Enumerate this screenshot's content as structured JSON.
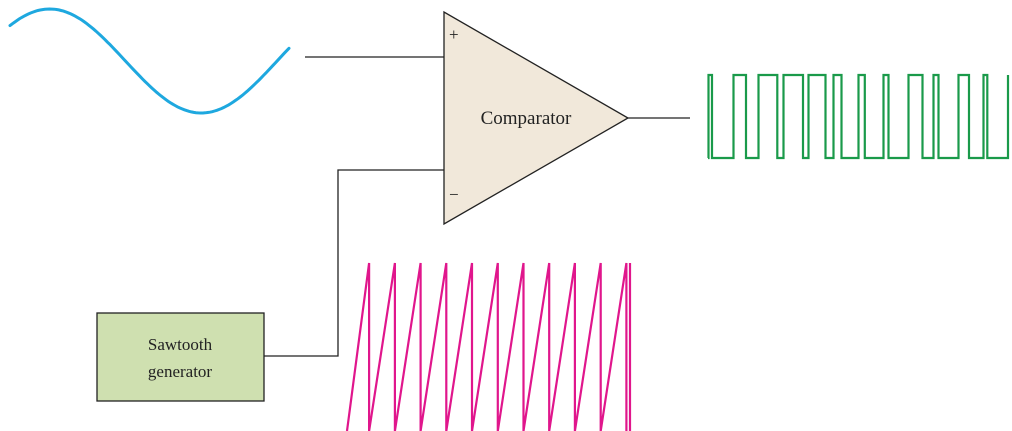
{
  "comparator": {
    "label": "Comparator",
    "plus_sign": "+",
    "minus_sign": "−"
  },
  "sawtooth_generator": {
    "line1": "Sawtooth",
    "line2": "generator"
  },
  "colors": {
    "sine_wave": "#1ea8df",
    "sawtooth_wave": "#e0168c",
    "pwm_output": "#1a9a4a",
    "comparator_fill": "#f1e8da",
    "generator_fill": "#cfe0b0",
    "wire": "#222222"
  },
  "waveforms": {
    "sine_cycles": 1,
    "sawtooth_teeth": 11,
    "pwm_pulse_duty_cycles": [
      0.14,
      0.5,
      0.75,
      0.78,
      0.68,
      0.32,
      0.25,
      0.2,
      0.56,
      0.2,
      0.42,
      0.15
    ]
  }
}
